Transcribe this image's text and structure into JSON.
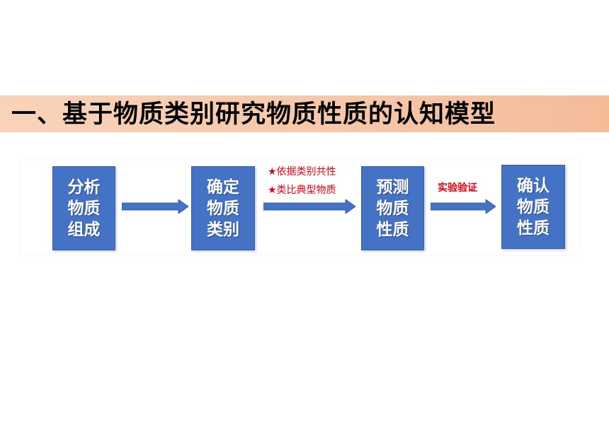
{
  "title": "一、基于物质类别研究物质性质的认知模型",
  "steps": [
    {
      "label": "分析物质组成"
    },
    {
      "label": "确定物质类别"
    },
    {
      "label": "预测物质性质"
    },
    {
      "label": "确认物质性质"
    }
  ],
  "annotations": {
    "arrow2_line1": "★依据类别共性",
    "arrow2_line2": "★类比典型物质",
    "arrow3": "实验验证"
  },
  "colors": {
    "box_fill": "#4472c4",
    "arrow_fill": "#4472c4",
    "annotation_text": "#e60012",
    "title_band": "#f6c4a4"
  }
}
